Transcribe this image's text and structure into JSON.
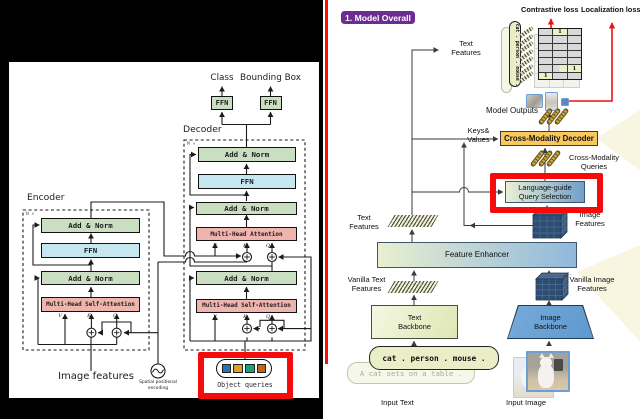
{
  "left_panel": {
    "encoder": {
      "label": "Encoder",
      "multiplier": "N ×",
      "blocks": {
        "addnorm_top": "Add & Norm",
        "ffn": "FFN",
        "addnorm_bottom": "Add & Norm",
        "attention": "Multi-Head Self-Attention"
      }
    },
    "decoder": {
      "label": "Decoder",
      "multiplier": "M ×",
      "blocks": {
        "addnorm_top": "Add & Norm",
        "ffn": "FFN",
        "addnorm_mid": "Add & Norm",
        "cross_attention": "Multi-Head Attention",
        "addnorm_bottom": "Add & Norm",
        "self_attention": "Multi-Head Self-Attention"
      }
    },
    "heads": {
      "class_label": "Class",
      "bbox_label": "Bounding Box",
      "ffn_left": "FFN",
      "ffn_right": "FFN"
    },
    "io": {
      "image_features": "Image features",
      "pos_encoding_line1": "Spatial  positional",
      "pos_encoding_line2": "encoding",
      "object_queries": "Object  queries"
    },
    "vkq": {
      "v": "V",
      "k": "K",
      "q": "Q"
    },
    "query_colors": [
      "#1f77b4",
      "#dfa021",
      "#11a579",
      "#c96512"
    ]
  },
  "right_panel": {
    "badge": "1. Model Overall",
    "losses": {
      "contrastive": "Contrastive loss",
      "localization": "Localization loss"
    },
    "labels": {
      "text_features_top": [
        "Text",
        "Features"
      ],
      "keys_values": [
        "Keys&",
        "Values"
      ],
      "model_outputs": "Model Outputs",
      "cross_modality_queries": [
        "Cross-Modality",
        "Queries"
      ],
      "text_features_mid": [
        "Text",
        "Features"
      ],
      "image_features": [
        "Image",
        "Features"
      ],
      "vanilla_text_features": [
        "Vanilla Text",
        "Features"
      ],
      "vanilla_image_features": [
        "Vanilla Image",
        "Features"
      ],
      "input_text": "Input Text",
      "input_image": "Input Image"
    },
    "boxes": {
      "cross_modality_decoder": "Cross-Modality Decoder",
      "language_guide": [
        "Language-guide",
        "Query Selection"
      ],
      "feature_enhancer": "Feature Enhancer",
      "text_backbone": [
        "Text",
        "Backbone"
      ],
      "image_backbone": [
        "Image",
        "Backbone"
      ]
    },
    "prompts": {
      "classes": "cat . person . mouse .",
      "caption": "A cat sets on a table ."
    },
    "matrix": {
      "rows": 7,
      "cols": 3,
      "highlights": [
        {
          "r": 0,
          "c": 1,
          "v": "1"
        },
        {
          "r": 5,
          "c": 2,
          "v": "1"
        },
        {
          "r": 6,
          "c": 0,
          "v": "1"
        }
      ],
      "partials": [
        {
          "r": 5,
          "c": 1
        }
      ]
    }
  },
  "colors": {
    "badge_purple": "#6b2d91",
    "annotation_red": "#f40c0c",
    "decoder_orange": "#f8c85d",
    "encoder_green": "#cadfc2",
    "ffn_blue": "#c7e7f0",
    "attention_pink": "#f0b4ae"
  }
}
